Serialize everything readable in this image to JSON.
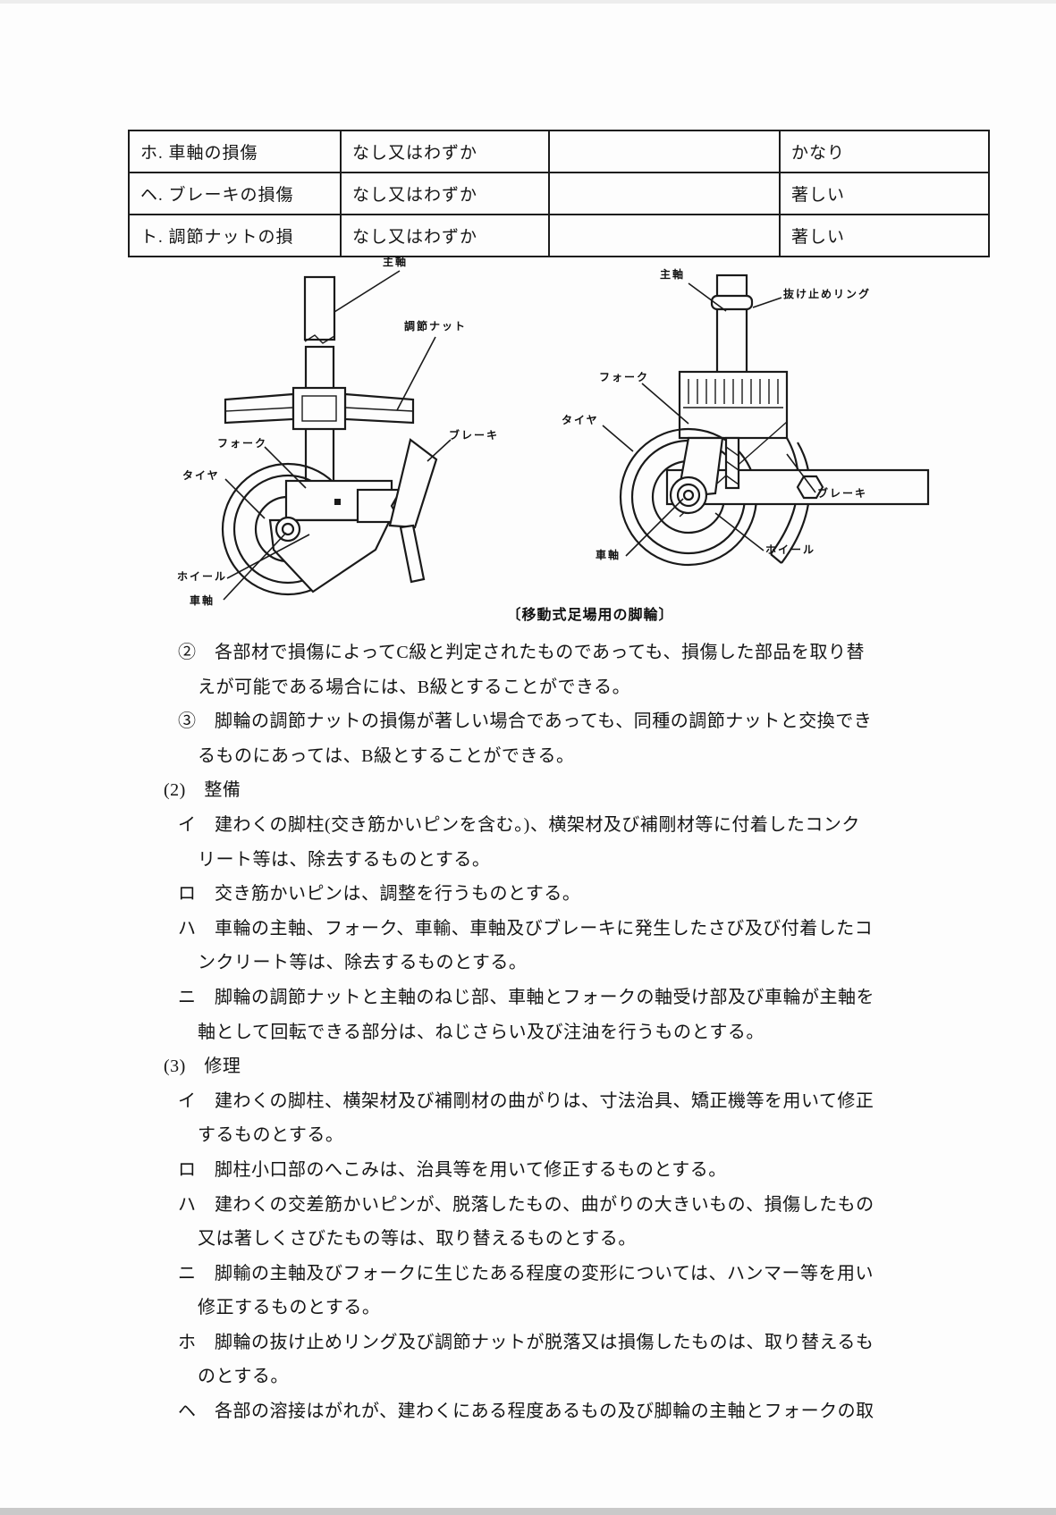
{
  "table": {
    "rows": [
      {
        "cells": [
          "ホ. 車軸の損傷",
          "なし又はわずか",
          "",
          "かなり"
        ]
      },
      {
        "cells": [
          "ヘ. ブレーキの損傷",
          "なし又はわずか",
          "",
          "著しい"
        ]
      },
      {
        "cells": [
          "ト. 調節ナットの損",
          "なし又はわずか",
          "",
          "著しい"
        ]
      }
    ]
  },
  "diagram": {
    "caption": "〔移動式足場用の脚輪〕",
    "left": {
      "labels": [
        "主軸",
        "調節ナット",
        "ブレーキ",
        "フォーク",
        "タイヤ",
        "ホイール",
        "車軸"
      ]
    },
    "right": {
      "labels": [
        "主軸",
        "抜け止めリング",
        "フォーク",
        "タイヤ",
        "ブレーキ",
        "ホイール",
        "車軸"
      ]
    }
  },
  "body": {
    "lines": [
      "②　各部材で損傷によってC級と判定されたものであっても、損傷した部品を取り替",
      "えが可能である場合には、B級とすることができる。",
      "③　脚輪の調節ナットの損傷が著しい場合であっても、同種の調節ナットと交換でき",
      "るものにあっては、B級とすることができる。",
      "(2)　整備",
      "イ　建わくの脚柱(交き筋かいピンを含む。)、横架材及び補剛材等に付着したコンク",
      "リート等は、除去するものとする。",
      "ロ　交き筋かいピンは、調整を行うものとする。",
      "ハ　車輪の主軸、フォーク、車輸、車軸及びブレーキに発生したさび及び付着したコ",
      "ンクリート等は、除去するものとする。",
      "ニ　脚輪の調節ナットと主軸のねじ部、車軸とフォークの軸受け部及び車輪が主軸を",
      "軸として回転できる部分は、ねじさらい及び注油を行うものとする。",
      "(3)　修理",
      "イ　建わくの脚柱、横架材及び補剛材の曲がりは、寸法治具、矯正機等を用いて修正",
      "するものとする。",
      "ロ　脚柱小口部のへこみは、治具等を用いて修正するものとする。",
      "ハ　建わくの交差筋かいピンが、脱落したもの、曲がりの大きいもの、損傷したもの",
      "又は著しくさびたもの等は、取り替えるものとする。",
      "ニ　脚輸の主軸及びフォークに生じたある程度の変形については、ハンマー等を用い",
      "修正するものとする。",
      "ホ　脚輪の抜け止めリング及び調節ナットが脱落又は損傷したものは、取り替えるも",
      "のとする。",
      "ヘ　各部の溶接はがれが、建わくにある程度あるもの及び脚輪の主軸とフォークの取"
    ]
  }
}
